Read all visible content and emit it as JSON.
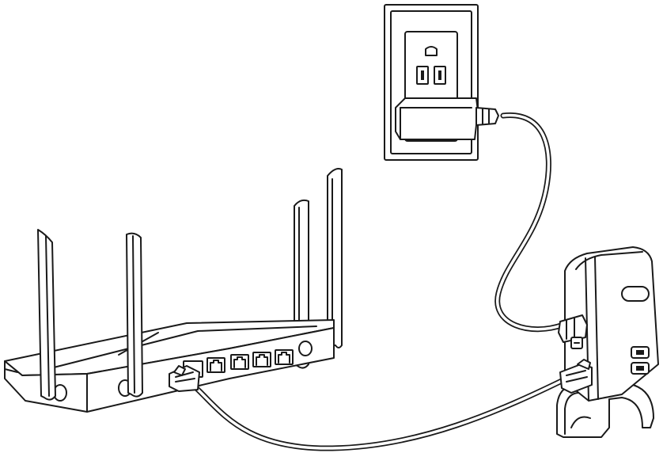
{
  "diagram": {
    "background": "#ffffff",
    "stroke": "#1a1a1a",
    "components": [
      {
        "id": "wall-outlet",
        "icon": "power-outlet-icon"
      },
      {
        "id": "power-adapter",
        "icon": "power-adapter-icon"
      },
      {
        "id": "router",
        "icon": "router-icon",
        "antennas": 4,
        "lan_ports": 4
      },
      {
        "id": "modem",
        "icon": "modem-icon"
      }
    ],
    "connections": [
      {
        "from": "power-adapter",
        "to": "modem",
        "kind": "power-cable"
      },
      {
        "from": "router",
        "to": "modem",
        "kind": "ethernet-cable"
      }
    ]
  }
}
